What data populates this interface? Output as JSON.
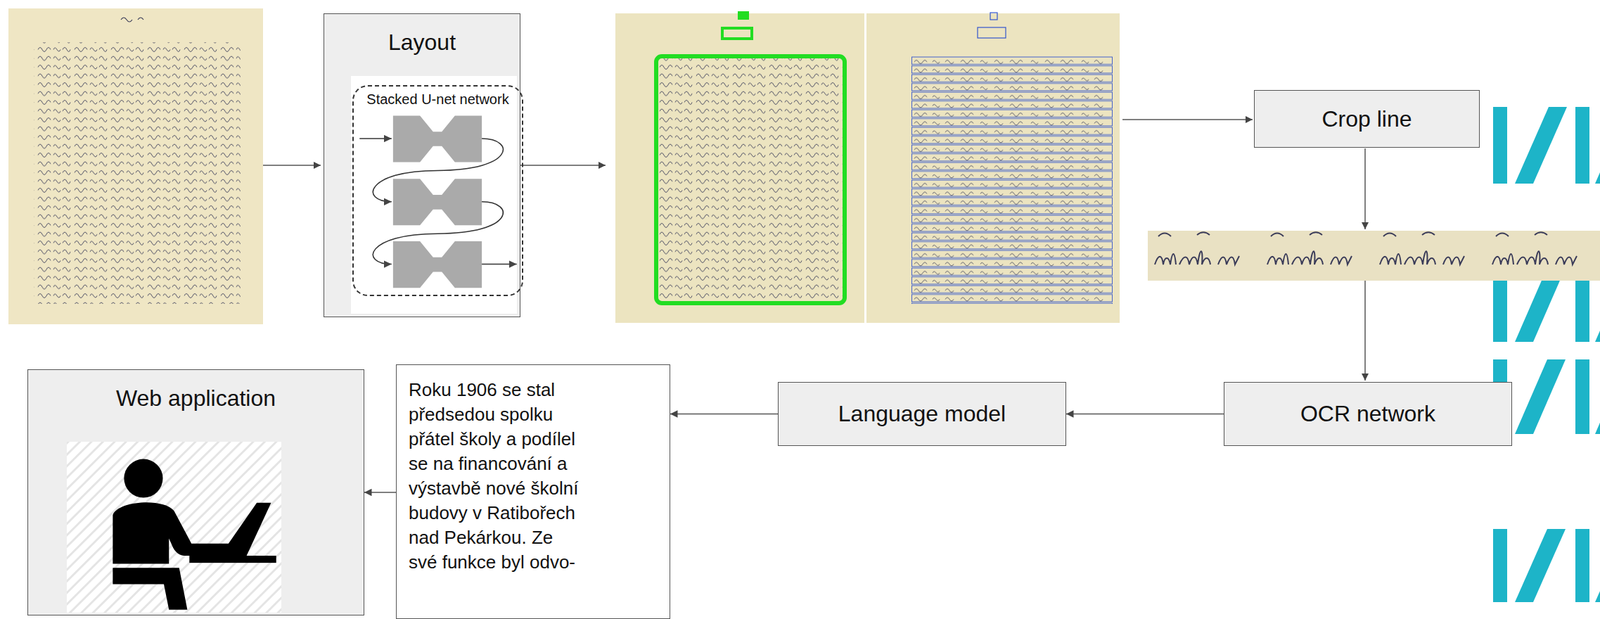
{
  "diagram": {
    "nodes": [
      {
        "text": [
          "Layout"
        ]
      },
      {
        "text": [
          "Stacked U-net network"
        ],
        "in": 0
      },
      {
        "text": [
          "Crop line"
        ]
      },
      {
        "text": [
          "OCR network"
        ]
      },
      {
        "text": [
          "Language model"
        ]
      },
      {
        "text": [
          "Roku 1906 se stal předsedou spolku přátel školy a podílel se na financování a výstavbě nové školní budovy v Ratibořech nad Pekárkou. Ze své funkce byl odvo-"
        ]
      },
      {
        "text": [
          "Web application"
        ]
      }
    ],
    "edges": [
      {
        "from": 3,
        "to": 4,
        "arrow": "to"
      },
      {
        "from": 4,
        "to": 5,
        "arrow": "to"
      },
      {
        "from": 5,
        "to": 6,
        "arrow": "to"
      }
    ]
  }
}
